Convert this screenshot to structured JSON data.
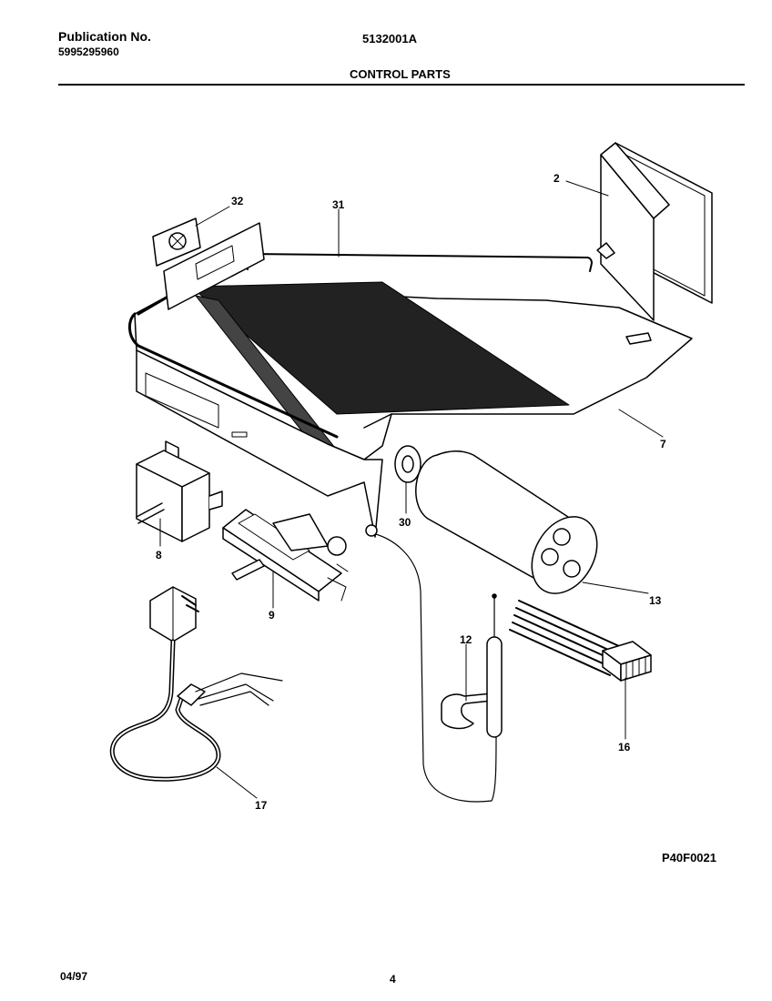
{
  "header": {
    "publication_label": "Publication No.",
    "publication_number": "5995295960",
    "model_number": "5132001A",
    "section_title": "CONTROL PARTS"
  },
  "footer": {
    "date": "04/97",
    "page_number": "4",
    "figure_code": "P40F0021"
  },
  "callouts": [
    "2",
    "31",
    "32",
    "7",
    "8",
    "30",
    "13",
    "9",
    "12",
    "16",
    "17"
  ]
}
